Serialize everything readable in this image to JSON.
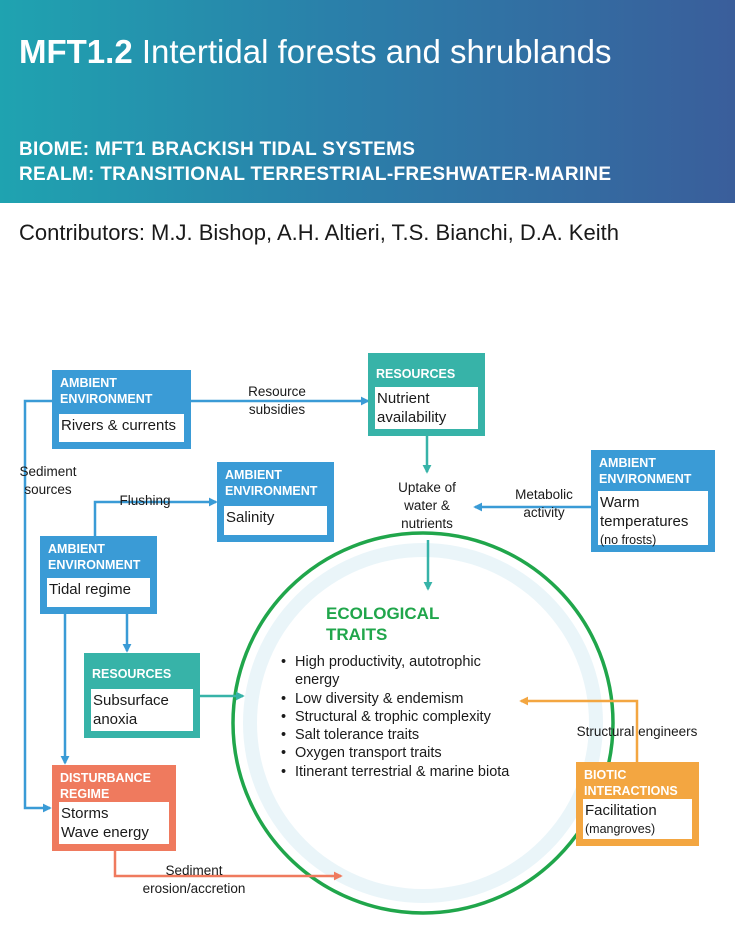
{
  "header": {
    "code": "MFT1.2",
    "title": "Intertidal forests and shrublands",
    "biome": "BIOME: MFT1 BRACKISH TIDAL SYSTEMS",
    "realm": "REALM: TRANSITIONAL TERRESTRIAL-FRESHWATER-MARINE"
  },
  "contributors": "Contributors: M.J. Bishop, A.H. Altieri, T.S. Bianchi, D.A. Keith",
  "boxes": {
    "rivers": {
      "header": "AMBIENT ENVIRONMENT",
      "body": "Rivers & currents"
    },
    "nutrients": {
      "header": "RESOURCES",
      "body": "Nutrient availability"
    },
    "salinity": {
      "header": "AMBIENT ENVIRONMENT",
      "body": "Salinity"
    },
    "warm": {
      "header": "AMBIENT ENVIRONMENT",
      "body": "Warm temperatures",
      "note": "(no frosts)"
    },
    "tidal": {
      "header": "AMBIENT ENVIRONMENT",
      "body": "Tidal regime"
    },
    "anoxia": {
      "header": "RESOURCES",
      "body": "Subsurface anoxia"
    },
    "disturbance": {
      "header": "DISTURBANCE REGIME",
      "body_line1": "Storms",
      "body_line2": "Wave energy"
    },
    "biotic": {
      "header": "BIOTIC INTERACTIONS",
      "body": "Facilitation",
      "note": "(mangroves)"
    }
  },
  "labels": {
    "resource_subsidies": "Resource subsidies",
    "sediment_sources": "Sediment sources",
    "flushing": "Flushing",
    "uptake": "Uptake of water & nutrients",
    "metabolic": "Metabolic activity",
    "structural_engineers": "Structural engineers",
    "sediment_erosion": "Sediment erosion/accretion"
  },
  "traits": {
    "title": "ECOLOGICAL TRAITS",
    "items": [
      "High productivity, autotrophic energy",
      "Low diversity & endemism",
      "Structural & trophic complexity",
      "Salt tolerance traits",
      "Oxygen transport traits",
      "Itinerant terrestrial & marine biota"
    ]
  },
  "colors": {
    "ambient": "#3a9bd6",
    "resources": "#37b3a8",
    "disturbance": "#ef7a5e",
    "biotic": "#f3a641",
    "traits_ring": "#20a64b",
    "banner_start": "#1fa3b0",
    "banner_end": "#3a5e9b"
  }
}
